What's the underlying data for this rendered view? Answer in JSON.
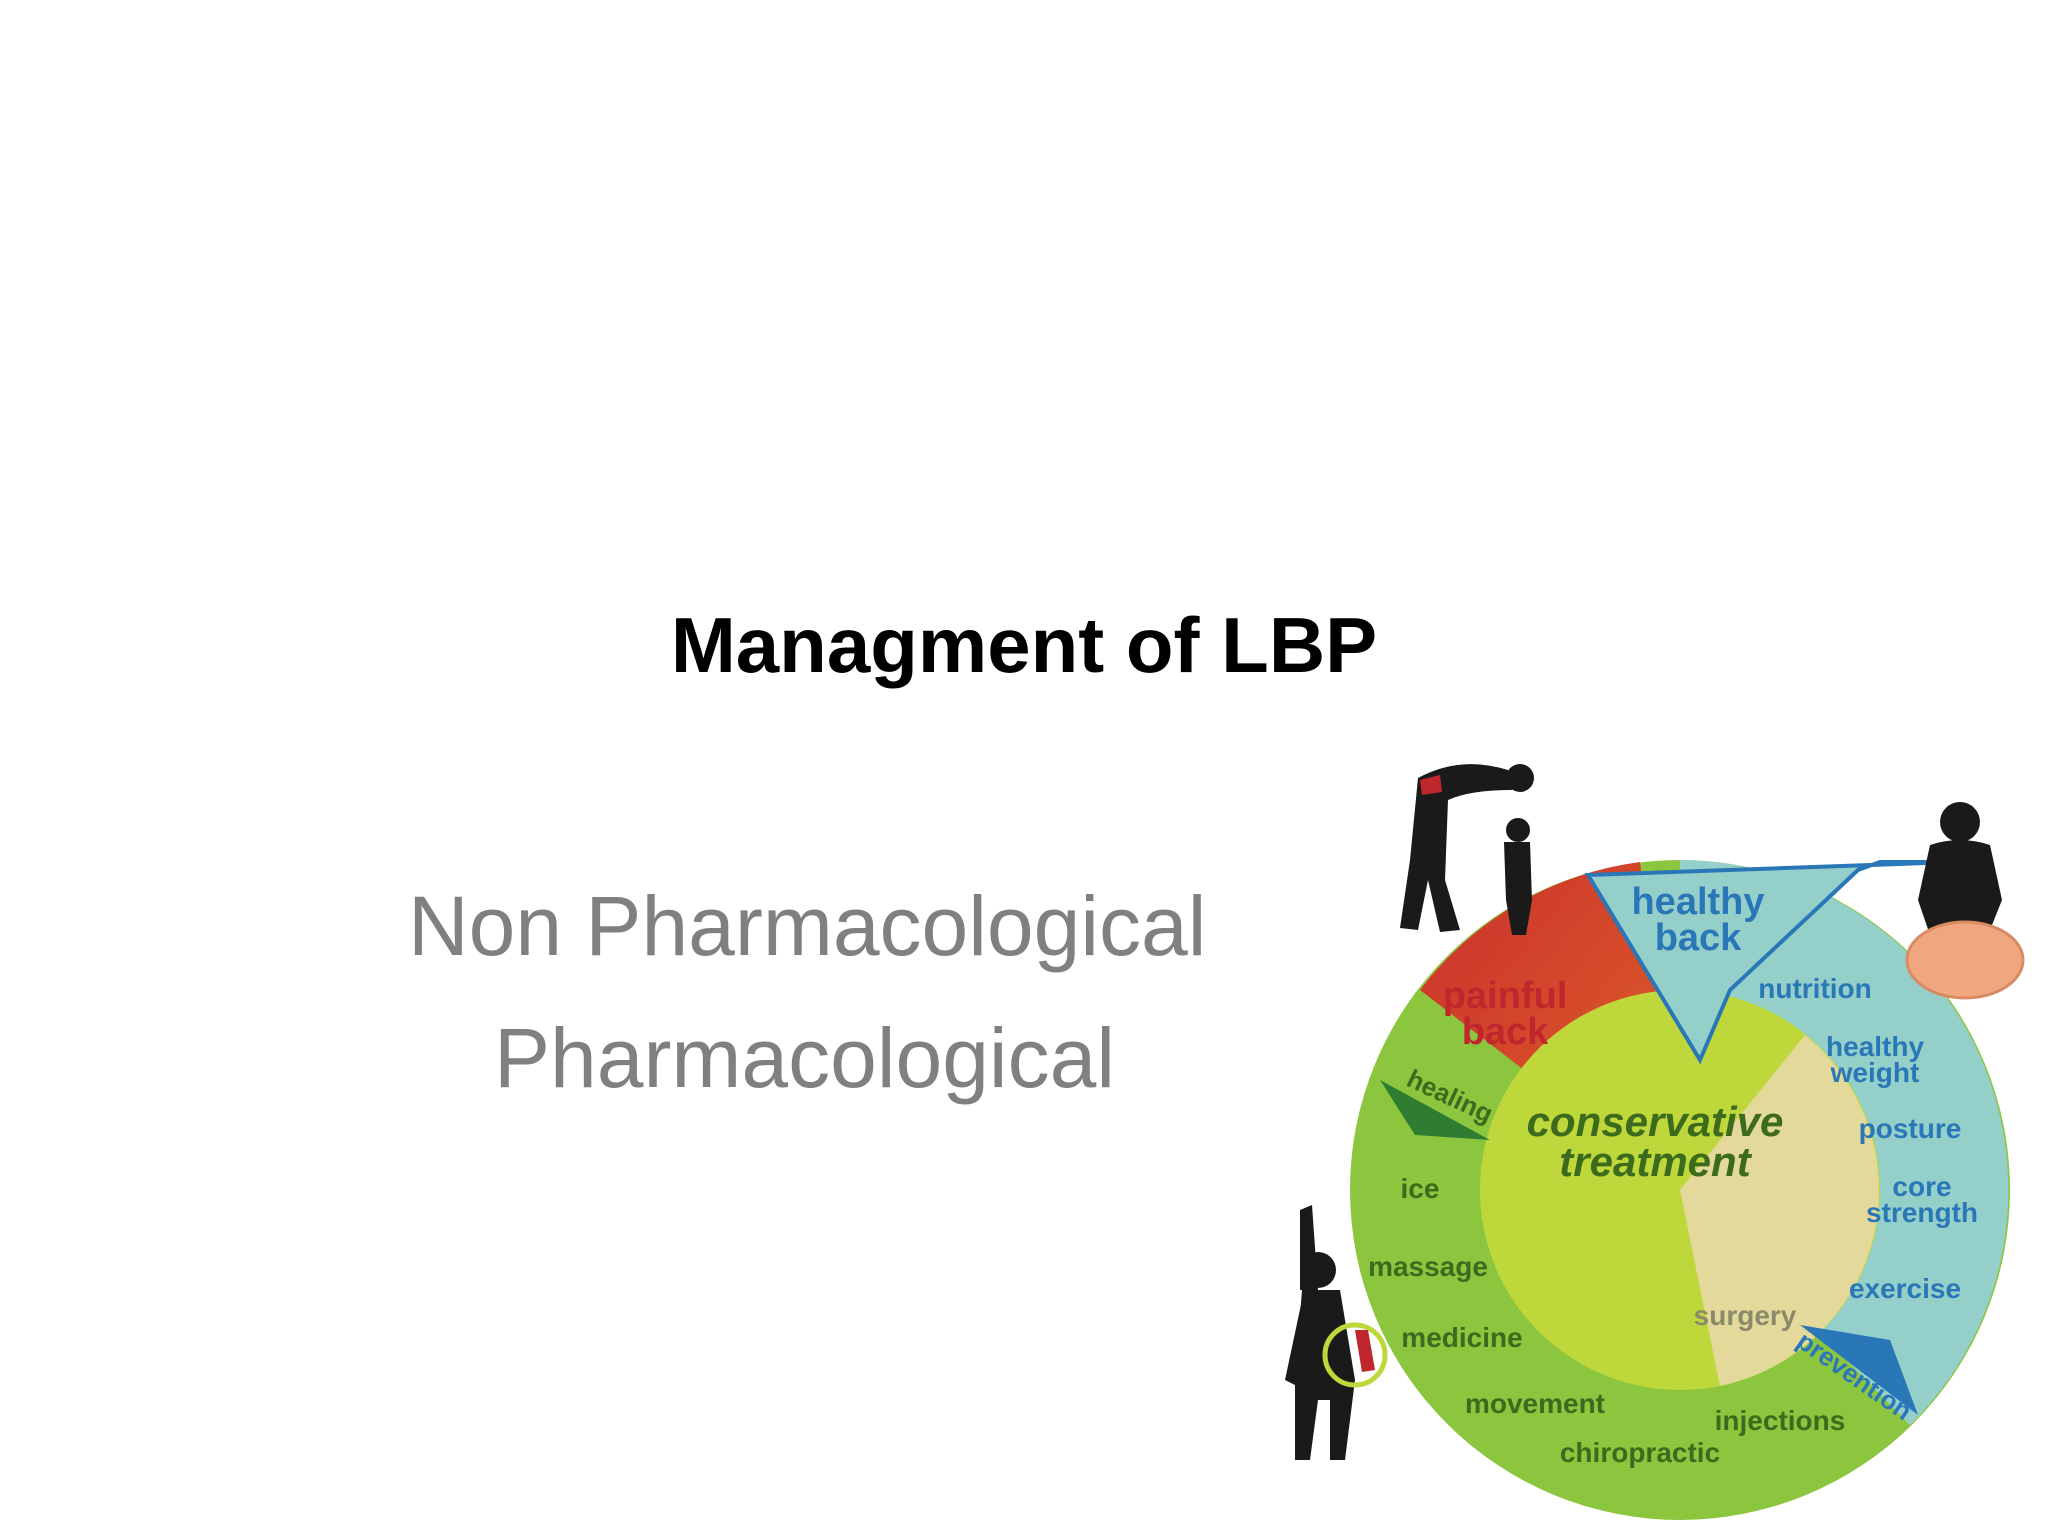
{
  "slide": {
    "title": "Managment of LBP",
    "bullets": [
      "Non Pharmacological",
      "Pharmacological"
    ]
  },
  "diagram": {
    "center": [
      "conservative",
      "treatment"
    ],
    "painful_back": [
      "painful",
      "back"
    ],
    "healthy_back": [
      "healthy",
      "back"
    ],
    "arrow_healing": "healing",
    "arrow_prevention": "prevention",
    "treatments": [
      "ice",
      "massage",
      "medicine",
      "movement",
      "chiropractic",
      "injections"
    ],
    "surgery": "surgery",
    "healthy_habits": [
      "nutrition",
      "healthy",
      "weight",
      "posture",
      "core",
      "strength",
      "exercise"
    ],
    "colors": {
      "outer_green": "#8cc63f",
      "inner_green": "#bed73a",
      "teal": "#95cfc9",
      "red": "#c9302c",
      "blue_text": "#2a77b8",
      "green_text": "#3d6b1e",
      "red_text": "#c0272d",
      "surgery_wedge": "#e3d99a"
    }
  }
}
